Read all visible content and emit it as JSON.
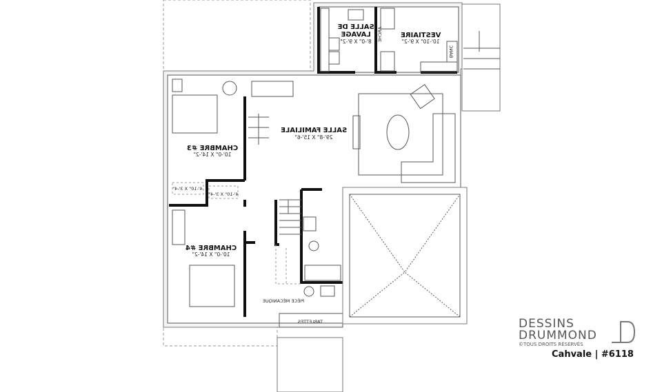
{
  "rooms": {
    "laundry": {
      "name_line1": "SALLE DE",
      "name_line2": "LAVAGE",
      "dims": "8'-0\" X 9'-2\""
    },
    "vestiaire": {
      "name": "VESTIAIRE",
      "dims": "10'-10\" X 9'-2\""
    },
    "arche": "ARCHE",
    "banc": "BANC",
    "family": {
      "name": "SALLE FAMILIALE",
      "dims": "29'-8\" X 15'-6\""
    },
    "bedroom3": {
      "name": "CHAMBRE #3",
      "dims": "10'-0\" X 14'-2\""
    },
    "closet1": {
      "dims": "4'-10\" X 3'-4\""
    },
    "closet2": {
      "dims": "4'-10\" X 3'-4\""
    },
    "bedroom4": {
      "name": "CHAMBRE #4",
      "dims": "10'-0\" X 14'-2\""
    },
    "mechanical": {
      "name": "PIÈCE MÉCANIQUE"
    },
    "shelves": {
      "name": "TABLETTES"
    }
  },
  "logo": {
    "line1": "DESSINS",
    "line2": "DRUMMOND",
    "copyright": "©TOUS DROITS RÉSERVÉS",
    "plan": "Cahvale | #6118"
  }
}
